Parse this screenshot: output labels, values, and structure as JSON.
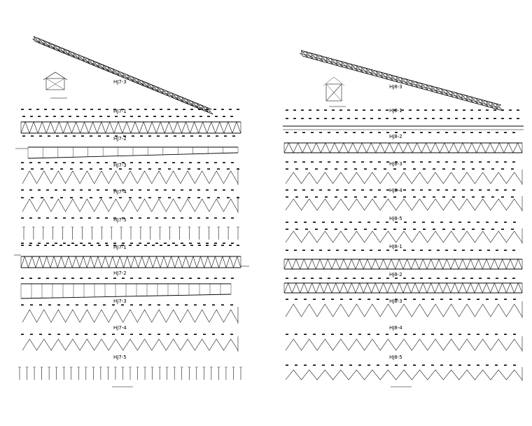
{
  "left_sheet": {
    "iso_label": "HJ7-3",
    "rows": [
      {
        "label": "HJ7-1"
      },
      {
        "label": "HJ7-2"
      },
      {
        "label": "HJ7-3"
      },
      {
        "label": "HJ7-4"
      },
      {
        "label": "HJ7-5"
      },
      {
        "label": "HJ7-1"
      },
      {
        "label": "HJ7-2"
      },
      {
        "label": "HJ7-3"
      },
      {
        "label": "HJ7-4"
      },
      {
        "label": "HJ7-5"
      }
    ]
  },
  "right_sheet": {
    "iso_label": "HJ8-3",
    "rows": [
      {
        "label": "HJ8-1"
      },
      {
        "label": "HJ8-2"
      },
      {
        "label": "HJ8-3"
      },
      {
        "label": "HJ8-4"
      },
      {
        "label": "HJ8-5"
      },
      {
        "label": "HJ8-1"
      },
      {
        "label": "HJ8-2"
      },
      {
        "label": "HJ8-3"
      },
      {
        "label": "HJ8-4"
      },
      {
        "label": "HJ8-5"
      }
    ]
  }
}
